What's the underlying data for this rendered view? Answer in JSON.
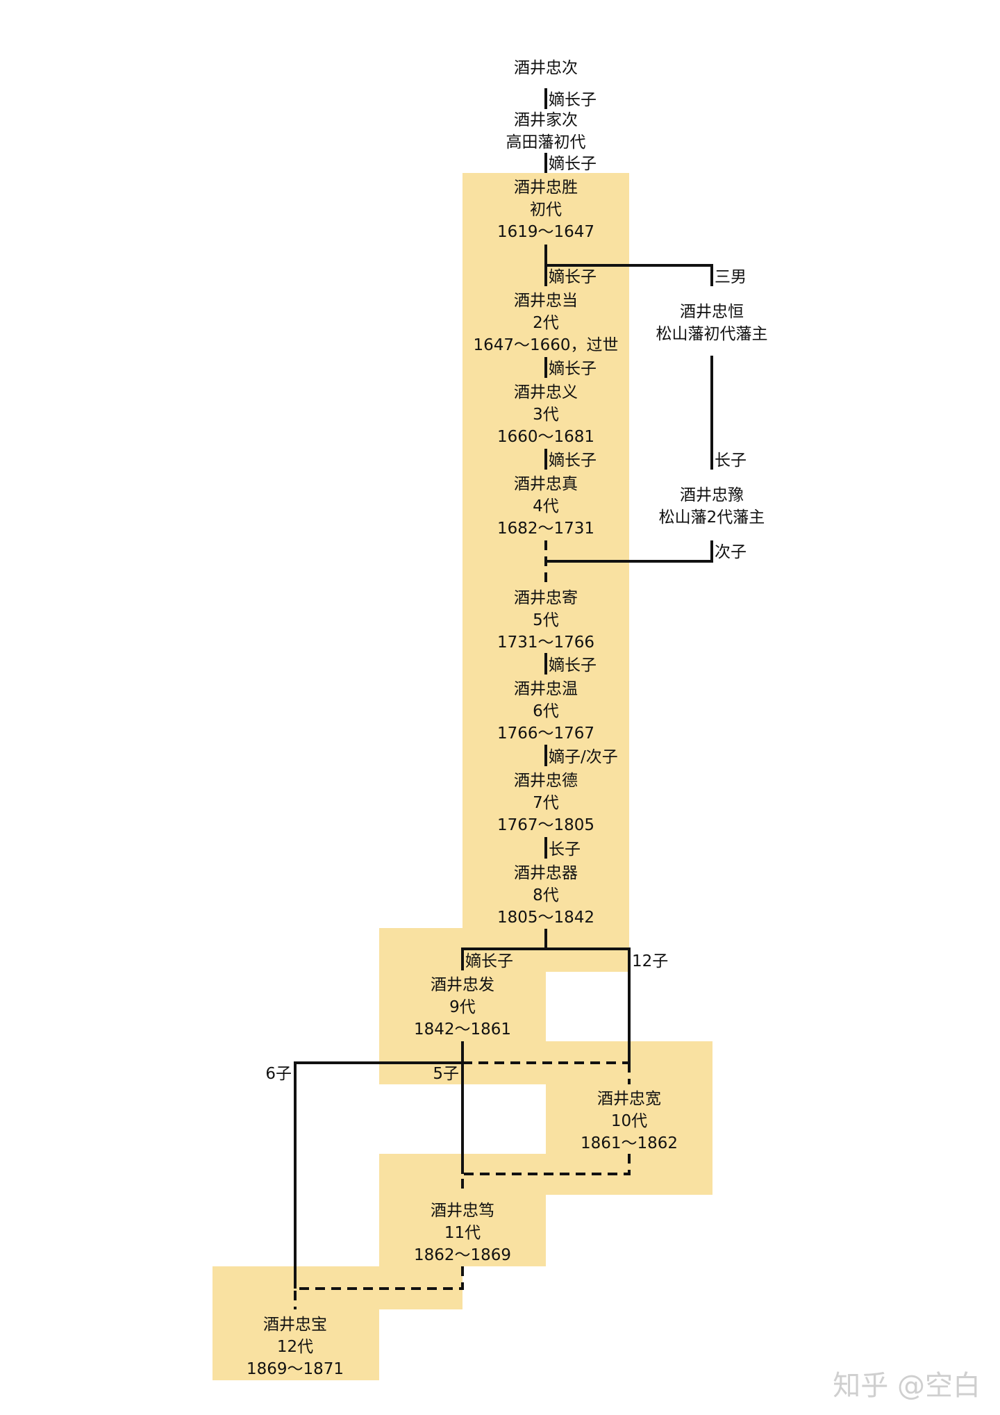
{
  "nodes": {
    "tadatsugu": {
      "name": "酒井忠次"
    },
    "ietsugu": {
      "name": "酒井家次",
      "sub": "高田藩初代"
    },
    "tadakatsu": {
      "name": "酒井忠胜",
      "gen": "初代",
      "years": "1619～1647"
    },
    "tadamasa": {
      "name": "酒井忠当",
      "gen": "2代",
      "years": "1647～1660，过世"
    },
    "tadayoshi": {
      "name": "酒井忠义",
      "gen": "3代",
      "years": "1660～1681"
    },
    "tadazane": {
      "name": "酒井忠真",
      "gen": "4代",
      "years": "1682～1731"
    },
    "tadayori": {
      "name": "酒井忠寄",
      "gen": "5代",
      "years": "1731～1766"
    },
    "tadaatsu": {
      "name": "酒井忠温",
      "gen": "6代",
      "years": "1766～1767"
    },
    "tadaari": {
      "name": "酒井忠德",
      "gen": "7代",
      "years": "1767～1805"
    },
    "tadakata": {
      "name": "酒井忠器",
      "gen": "8代",
      "years": "1805～1842"
    },
    "tadaaki": {
      "name": "酒井忠发",
      "gen": "9代",
      "years": "1842～1861"
    },
    "tadahiro": {
      "name": "酒井忠宽",
      "gen": "10代",
      "years": "1861～1862"
    },
    "tadazumi": {
      "name": "酒井忠笃",
      "gen": "11代",
      "years": "1862～1869"
    },
    "tadamichi": {
      "name": "酒井忠宝",
      "gen": "12代",
      "years": "1869～1871"
    },
    "tadatsune": {
      "name": "酒井忠恒",
      "sub": "松山藩初代藩主"
    },
    "tadayasu": {
      "name": "酒井忠豫",
      "sub": "松山藩2代藩主"
    }
  },
  "relations": {
    "r1": "嫡长子",
    "r2": "嫡长子",
    "r3": "嫡长子",
    "r4": "嫡长子",
    "r5": "嫡长子",
    "r6": "嫡长子",
    "r7": "嫡子/次子",
    "r8": "长子",
    "r9": "嫡长子",
    "third_son": "三男",
    "eldest": "长子",
    "second_son": "次子",
    "twelfth_son": "12子",
    "fifth_son": "5子",
    "sixth_son": "6子"
  },
  "watermark": "知乎 @空白",
  "colors": {
    "highlight": "#f9e1a1",
    "line": "#111111",
    "text": "#111111"
  }
}
